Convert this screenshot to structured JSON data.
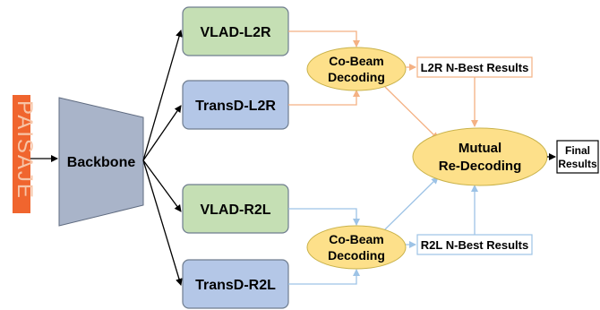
{
  "input_image": {
    "text": "PAISAJE",
    "background": "#f0652e",
    "text_color": "#f7c4a6"
  },
  "backbone": {
    "label": "Backbone",
    "fill": "#a9b4c9"
  },
  "decoders": {
    "vlad_l2r": "VLAD-L2R",
    "transd_l2r": "TransD-L2R",
    "vlad_r2l": "VLAD-R2L",
    "transd_r2l": "TransD-R2L",
    "vlad_fill": "#c5dfb4",
    "transd_fill": "#b4c7e7"
  },
  "co_beam_top": {
    "line1": "Co-Beam",
    "line2": "Decoding"
  },
  "co_beam_bottom": {
    "line1": "Co-Beam",
    "line2": "Decoding"
  },
  "mutual": {
    "line1": "Mutual",
    "line2": "Re-Decoding"
  },
  "results": {
    "l2r": "L2R N-Best Results",
    "r2l": "R2L N-Best Results",
    "final_line1": "Final",
    "final_line2": "Results"
  },
  "colors": {
    "ellipse_fill": "#fde08a",
    "ellipse_stroke": "#c9b24a",
    "l2r_arrow": "#f4b183",
    "r2l_arrow": "#9dc3e6",
    "black_arrow": "#000000"
  }
}
